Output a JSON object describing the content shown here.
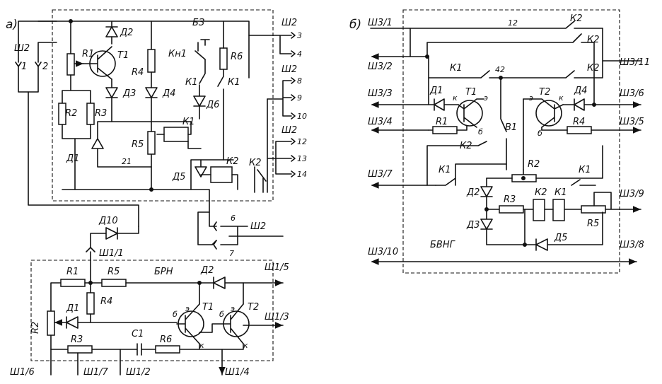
{
  "panel_a": {
    "tag": "а)",
    "block_bz": "БЗ",
    "block_brn": "БРН",
    "connector_w2_left": "Ш2",
    "pin_1": "1",
    "pin_2": "2",
    "r1": "R1",
    "t1": "T1",
    "d2": "Д2",
    "r4": "R4",
    "r2": "R2",
    "r3": "R3",
    "d3": "Д3",
    "d4": "Д4",
    "d1": "Д1",
    "r5": "R5",
    "n21": "21",
    "kn1": "Кн1",
    "r6": "R6",
    "k1a": "К1",
    "k1b": "К1",
    "k1c": "К1",
    "d6": "Д6",
    "d5": "Д5",
    "k2a": "К2",
    "k2b": "К2",
    "w2_out1": "Ш2",
    "out3": "3",
    "out4": "4",
    "w2_out2": "Ш2",
    "out8": "8",
    "out9": "9",
    "out10": "10",
    "w2_out3": "Ш2",
    "out12": "12",
    "out13": "13",
    "out14": "14",
    "w2_bot": "Ш2",
    "pin6": "6",
    "pin7": "7",
    "d10": "Д10",
    "w1_1": "Ш1/1",
    "b_r1": "R1",
    "b_r5": "R5",
    "b_d2": "Д2",
    "b_w1_5": "Ш1/5",
    "b_r2": "R2",
    "b_r4": "R4",
    "b_d1": "Д1",
    "b_t1": "T1",
    "b_t2": "T2",
    "b_w1_3": "Ш1/3",
    "b_c1": "C1",
    "b_r3": "R3",
    "b_r6": "R6",
    "b_w1_6": "Ш1/6",
    "b_w1_7": "Ш1/7",
    "b_w1_2": "Ш1/2",
    "b_w1_4": "Ш1/4",
    "b_e1": "э",
    "b_b1": "б",
    "b_k1": "к",
    "b_e2": "э",
    "b_b2": "б",
    "b_k2": "к"
  },
  "panel_b": {
    "tag": "б)",
    "block": "БВНГ",
    "w3_1": "Ш3/1",
    "w3_2": "Ш3/2",
    "w3_3": "Ш3/3",
    "w3_4": "Ш3/4",
    "w3_7": "Ш3/7",
    "w3_10": "Ш3/10",
    "w3_11": "Ш3/11",
    "w3_6": "Ш3/6",
    "w3_5": "Ш3/5",
    "w3_9": "Ш3/9",
    "w3_8": "Ш3/8",
    "n12": "12",
    "n42": "42",
    "k2_top1": "К2",
    "k2_top2": "К2",
    "k2_top3": "К2",
    "k1_top": "К1",
    "d1": "Д1",
    "t1": "T1",
    "t2": "T2",
    "d4": "Д4",
    "k_t1": "к",
    "e_t1": "э",
    "b_t1": "б",
    "e_t2": "э",
    "k_t2": "к",
    "b_t2": "б",
    "r1": "R1",
    "r4": "R4",
    "b1": "В1",
    "k2_mid": "К2",
    "k1_left": "К1",
    "r2": "R2",
    "k1_right": "К1",
    "d2": "Д2",
    "r3": "R3",
    "k2_coil": "К2",
    "k1_coil": "К1",
    "r5": "R5",
    "d3": "Д3",
    "d5": "Д5"
  }
}
